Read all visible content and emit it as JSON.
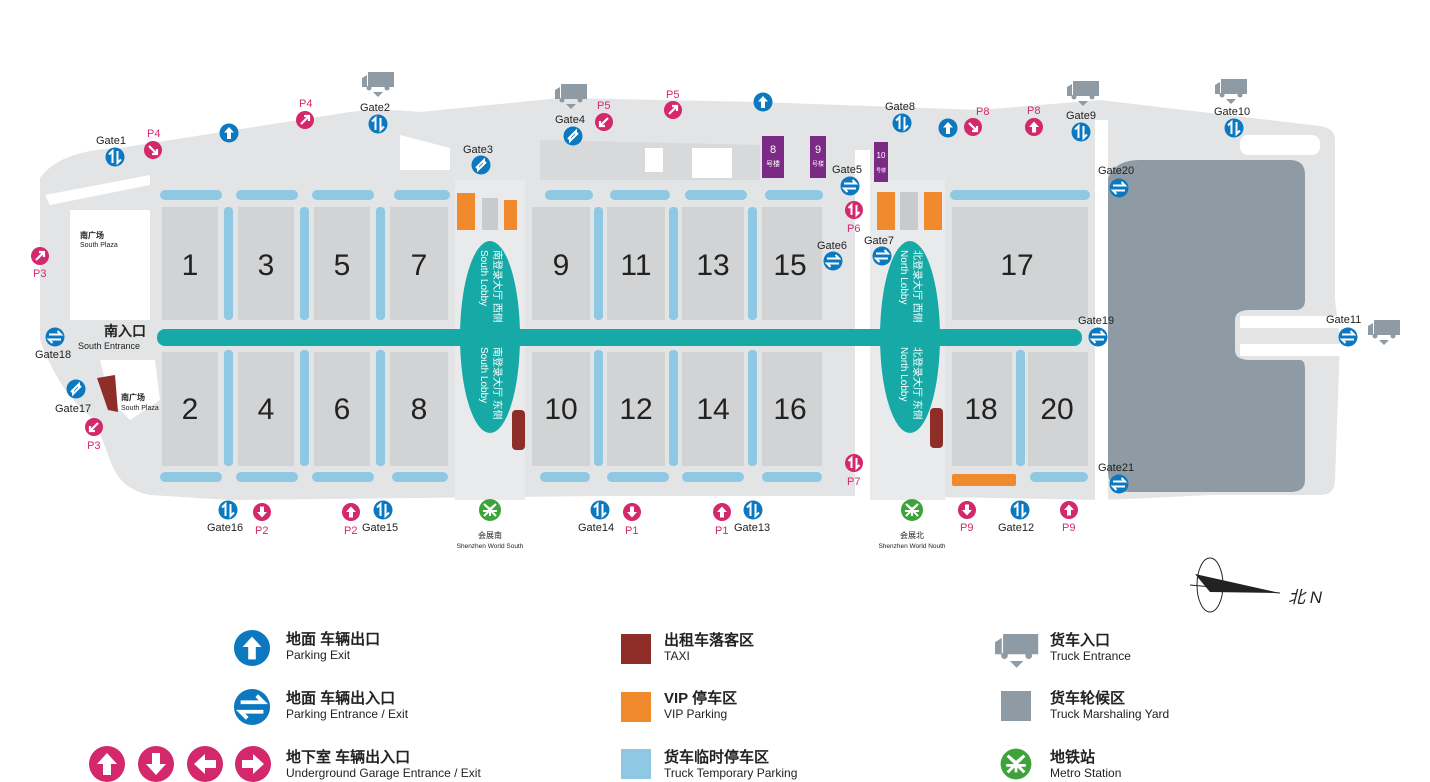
{
  "colors": {
    "ground": "#e3e4e5",
    "hall": "#d2d3d4",
    "truck_yard": "#8e9ba4",
    "truck_temp": "#8ec8e2",
    "avenue": "#17a9a6",
    "vip": "#f18a2c",
    "taxi": "#8f2d29",
    "blue_icon": "#0b78bf",
    "pink_icon": "#d3286c",
    "metro": "#3ea33a",
    "purple": "#7b2b86",
    "gate_text": "#222222",
    "pink_text": "#d3286c"
  },
  "halls": {
    "north_row": [
      "1",
      "3",
      "5",
      "7",
      "9",
      "11",
      "13",
      "15",
      "17"
    ],
    "south_row": [
      "2",
      "4",
      "6",
      "8",
      "10",
      "12",
      "14",
      "16",
      "18",
      "20"
    ]
  },
  "areas": {
    "south_plaza_top_zh": "南广场",
    "south_plaza_top_en": "South Plaza",
    "south_entrance_zh": "南入口",
    "south_entrance_en": "South Entrance",
    "south_plaza_bottom_zh": "南广场",
    "south_plaza_bottom_en": "South Plaza",
    "south_lobby_west_zh": "南登录大厅 西侧",
    "south_lobby_west_en": "South Lobby",
    "south_lobby_east_zh": "南登录大厅 东侧",
    "south_lobby_east_en": "South Lobby",
    "north_lobby_west_zh": "北登录大厅 西侧",
    "north_lobby_west_en": "North Lobby",
    "north_lobby_east_zh": "北登录大厅 东侧",
    "north_lobby_east_en": "North Lobby",
    "building8_num": "8",
    "building8_zh": "号楼",
    "building9_num": "9",
    "building9_zh": "号楼",
    "building10_num": "10",
    "building10_zh": "号楼",
    "metro_south_zh": "会展南",
    "metro_south_en": "Shenzhen World South",
    "metro_north_zh": "会展北",
    "metro_north_en": "Shenzhen World Nouth"
  },
  "gates": {
    "g1": "Gate1",
    "g2": "Gate2",
    "g3": "Gate3",
    "g4": "Gate4",
    "g5": "Gate5",
    "g6": "Gate6",
    "g7": "Gate7",
    "g8": "Gate8",
    "g9": "Gate9",
    "g10": "Gate10",
    "g11": "Gate11",
    "g12": "Gate12",
    "g13": "Gate13",
    "g14": "Gate14",
    "g15": "Gate15",
    "g16": "Gate16",
    "g17": "Gate17",
    "g18": "Gate18",
    "g19": "Gate19",
    "g20": "Gate20",
    "g21": "Gate21"
  },
  "parking": {
    "p1": "P1",
    "p2": "P2",
    "p3": "P3",
    "p4": "P4",
    "p5": "P5",
    "p6": "P6",
    "p7": "P7",
    "p8": "P8",
    "p9": "P9"
  },
  "compass": {
    "label": "北 N"
  },
  "legend": {
    "parking_exit": {
      "zh": "地面 车辆出口",
      "en": "Parking Exit"
    },
    "parking_entrance_exit": {
      "zh": "地面 车辆出入口",
      "en": "Parking Entrance / Exit"
    },
    "underground": {
      "zh": "地下室 车辆出入口",
      "en": "Underground Garage Entrance / Exit"
    },
    "taxi": {
      "zh": "出租车落客区",
      "en": "TAXI"
    },
    "vip": {
      "zh": "VIP 停车区",
      "en": "VIP Parking"
    },
    "truck_temp": {
      "zh": "货车临时停车区",
      "en": "Truck Temporary Parking"
    },
    "truck_entrance": {
      "zh": "货车入口",
      "en": "Truck Entrance"
    },
    "truck_yard": {
      "zh": "货车轮候区",
      "en": "Truck Marshaling Yard"
    },
    "metro": {
      "zh": "地铁站",
      "en": "Metro Station"
    }
  }
}
